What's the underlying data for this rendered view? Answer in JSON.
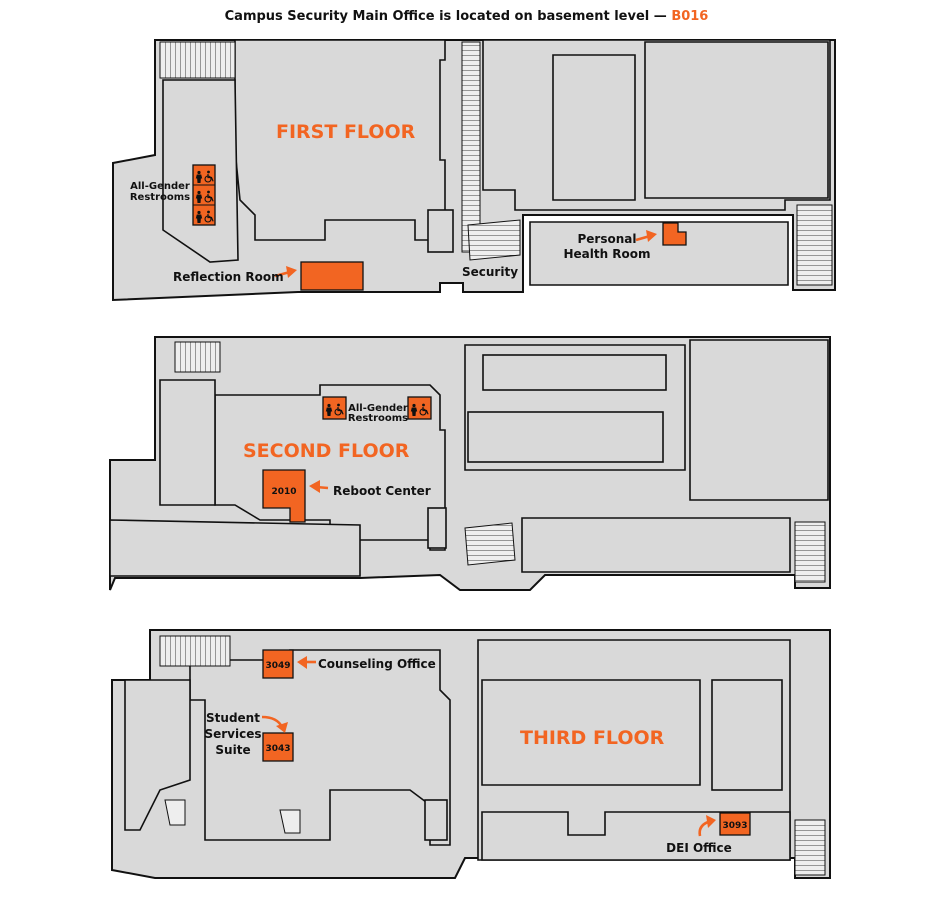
{
  "header": {
    "text": "Campus Security Main Office is located on basement level —",
    "room_code": "B016"
  },
  "colors": {
    "accent": "#f26522",
    "floor_fill": "#d9d9d9",
    "wall": "#111111"
  },
  "floors": {
    "first": {
      "title": "FIRST FLOOR",
      "labels": {
        "restrooms_line1": "All-Gender",
        "restrooms_line2": "Restrooms",
        "reflection": "Reflection Room",
        "security": "Security",
        "health_line1": "Personal",
        "health_line2": "Health Room"
      }
    },
    "second": {
      "title": "SECOND FLOOR",
      "labels": {
        "restrooms_line1": "All-Gender",
        "restrooms_line2": "Restrooms",
        "reboot": "Reboot Center",
        "room_2010": "2010"
      }
    },
    "third": {
      "title": "THIRD FLOOR",
      "labels": {
        "counseling": "Counseling Office",
        "room_3049": "3049",
        "student_line1": "Student",
        "student_line2": "Services",
        "student_line3": "Suite",
        "room_3043": "3043",
        "dei": "DEI Office",
        "room_3093": "3093"
      }
    }
  },
  "icons": [
    "restroom-icon",
    "wheelchair-icon",
    "arrow-icon",
    "stairs-icon"
  ]
}
